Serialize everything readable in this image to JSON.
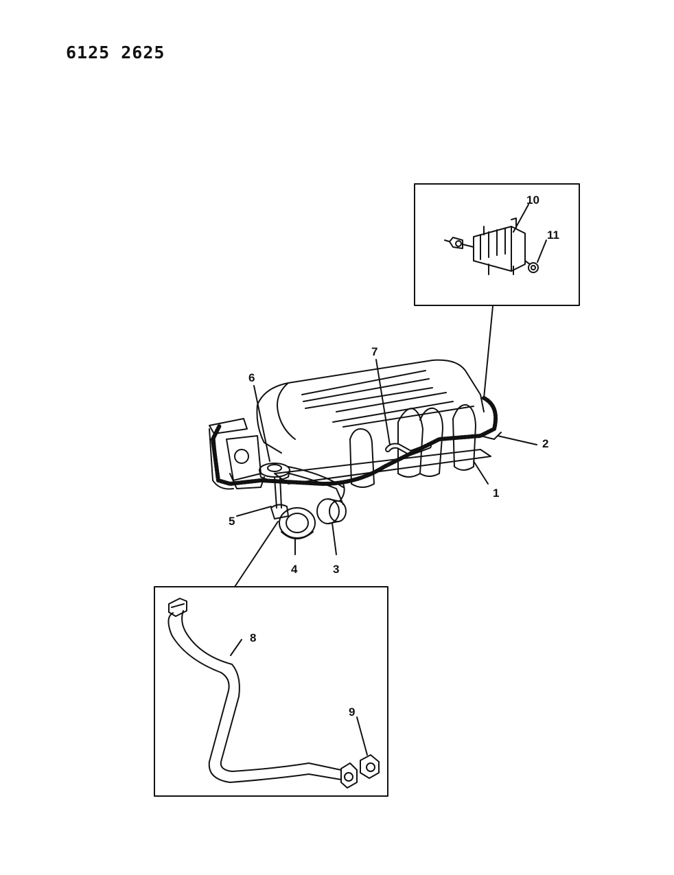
{
  "document_code": "6125 2625",
  "callouts": {
    "c1": "1",
    "c2": "2",
    "c3": "3",
    "c4": "4",
    "c5": "5",
    "c6": "6",
    "c7": "7",
    "c8": "8",
    "c9": "9",
    "c10": "10",
    "c11": "11"
  }
}
